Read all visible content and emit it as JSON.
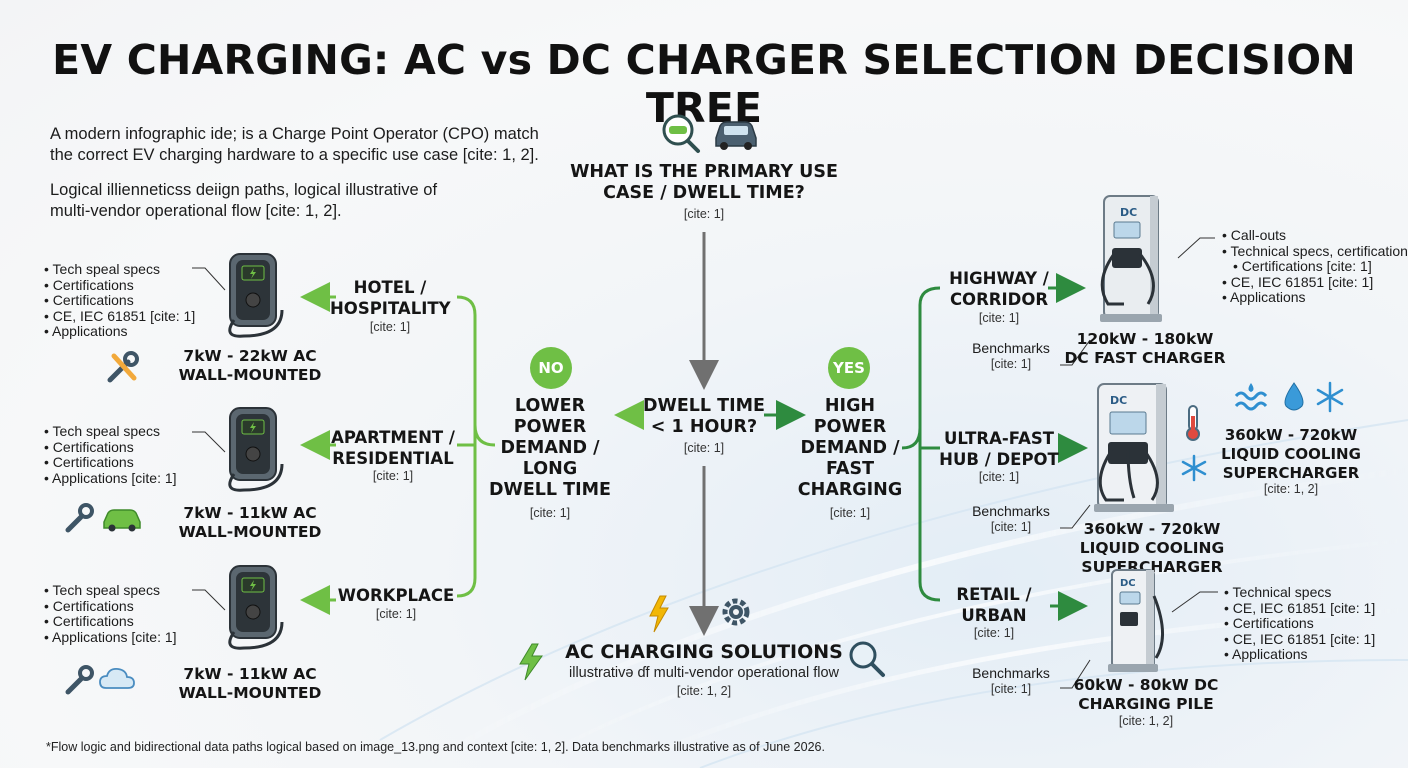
{
  "title": "EV CHARGING: AC vs DC CHARGER SELECTION DECISION TREE",
  "intro": {
    "p1": "A modern infographic ide; is a Charge Point Operator (CPO) match the correct EV charging hardware to a specific use case [cite: 1, 2].",
    "p2": "Logical illienneticss deiign paths, logical illustrative of multi-vendor operational flow [cite: 1, 2]."
  },
  "root": {
    "label": "WHAT IS THE PRIMARY USE CASE / DWELL TIME?",
    "cite": "[cite: 1]"
  },
  "decision": {
    "label": "DWELL TIME < 1 HOUR?",
    "cite": "[cite: 1]"
  },
  "no_branch": {
    "badge": "NO",
    "label": "LOWER POWER DEMAND / LONG DWELL TIME",
    "cite": "[cite: 1]"
  },
  "yes_branch": {
    "badge": "YES",
    "label": "HIGH POWER DEMAND / FAST CHARGING",
    "cite": "[cite: 1]"
  },
  "ac_solutions": {
    "title": "AC CHARGING SOLUTIONS",
    "subtitle": "illustrativə ɗf multi-vendor operational flow",
    "cite": "[cite: 1, 2]"
  },
  "left_cases": [
    {
      "label": "HOTEL / HOSPITALITY",
      "cite": "[cite: 1]",
      "specs": [
        "Tech speal specs",
        "Certifications",
        "Certifications",
        "CE, IEC 61851 [cite: 1]",
        "Applications"
      ],
      "product": "7kW - 22kW AC WALL-MOUNTED",
      "icons": [
        "tools-icon"
      ]
    },
    {
      "label": "APARTMENT / RESIDENTIAL",
      "cite": "[cite: 1]",
      "specs": [
        "Tech speal specs",
        "Certifications",
        "Certifications",
        "Applications [cite: 1]"
      ],
      "product": "7kW - 11kW AC WALL-MOUNTED",
      "icons": [
        "wrench-icon",
        "car-icon"
      ]
    },
    {
      "label": "WORKPLACE",
      "cite": "[cite: 1]",
      "specs": [
        "Tech speal specs",
        "Certifications",
        "Certifications",
        "Applications [cite: 1]"
      ],
      "product": "7kW - 11kW AC WALL-MOUNTED",
      "icons": [
        "wrench-icon",
        "cloud-icon"
      ]
    }
  ],
  "right_cases": [
    {
      "label": "HIGHWAY / CORRIDOR",
      "cite": "[cite: 1]",
      "bench": "Benchmarks",
      "bench_cite": "[cite: 1]",
      "product": "120kW - 180kW DC FAST CHARGER",
      "product_cite": "",
      "specs": [
        "Call-outs",
        "Technical specs, certification",
        "Certifications [cite: 1]",
        "CE, IEC 61851 [cite: 1]",
        "Applications"
      ]
    },
    {
      "label": "ULTRA-FAST HUB / DEPOT",
      "cite": "[cite: 1]",
      "bench": "Benchmarks",
      "bench_cite": "[cite: 1]",
      "product": "360kW - 720kW LIQUID COOLING SUPERCHARGER",
      "product_cite": "",
      "side_title": "360kW - 720kW LIQUID COOLING SUPERCHARGER",
      "side_cite": "[cite: 1, 2]"
    },
    {
      "label": "RETAIL / URBAN",
      "cite": "[cite: 1]",
      "bench": "Benchmarks",
      "bench_cite": "[cite: 1]",
      "product": "60kW - 80kW DC CHARGING PILE",
      "product_cite": "[cite: 1, 2]",
      "specs": [
        "Technical specs",
        "CE, IEC 61851 [cite: 1]",
        "Certifications",
        "CE, IEC 61851 [cite: 1]",
        "Applications"
      ]
    }
  ],
  "dc_label": "DC",
  "footnote": "*Flow logic and bidirectional data paths logical based on image_13.png and context [cite: 1, 2]. Data benchmarks illustrative as of June 2026.",
  "colors": {
    "green": "#6fbf45",
    "dark_green": "#2e8b3f",
    "gray_arrow": "#707070"
  }
}
